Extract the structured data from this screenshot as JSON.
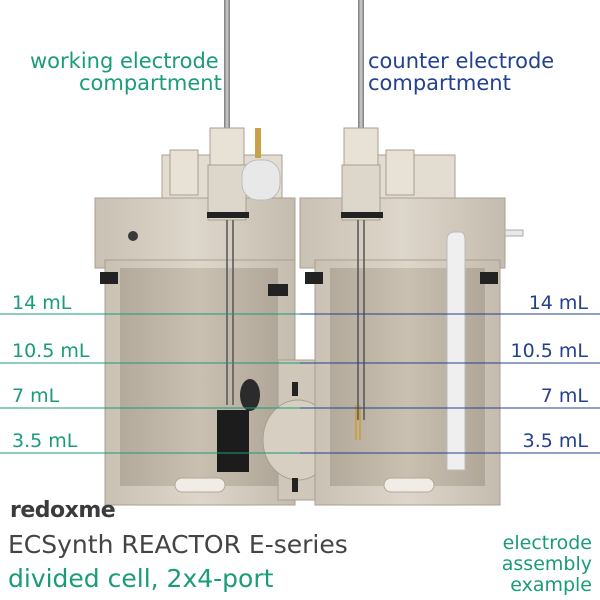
{
  "labels": {
    "working_line1": "working electrode",
    "working_line2": "compartment",
    "counter_line1": "counter electrode",
    "counter_line2": "compartment"
  },
  "volume_marks": [
    "14 mL",
    "10.5 mL",
    "7 mL",
    "3.5 mL"
  ],
  "brand": {
    "logo": "redoxme"
  },
  "product": {
    "title": "ECSynth REACTOR E-series",
    "subtitle": "divided cell, 2x4-port"
  },
  "caption": {
    "line1": "electrode",
    "line2": "assembly",
    "line3": "example"
  },
  "colors": {
    "working": "#1a9b7a",
    "counter": "#23418f",
    "body": "#d9d2c5"
  }
}
